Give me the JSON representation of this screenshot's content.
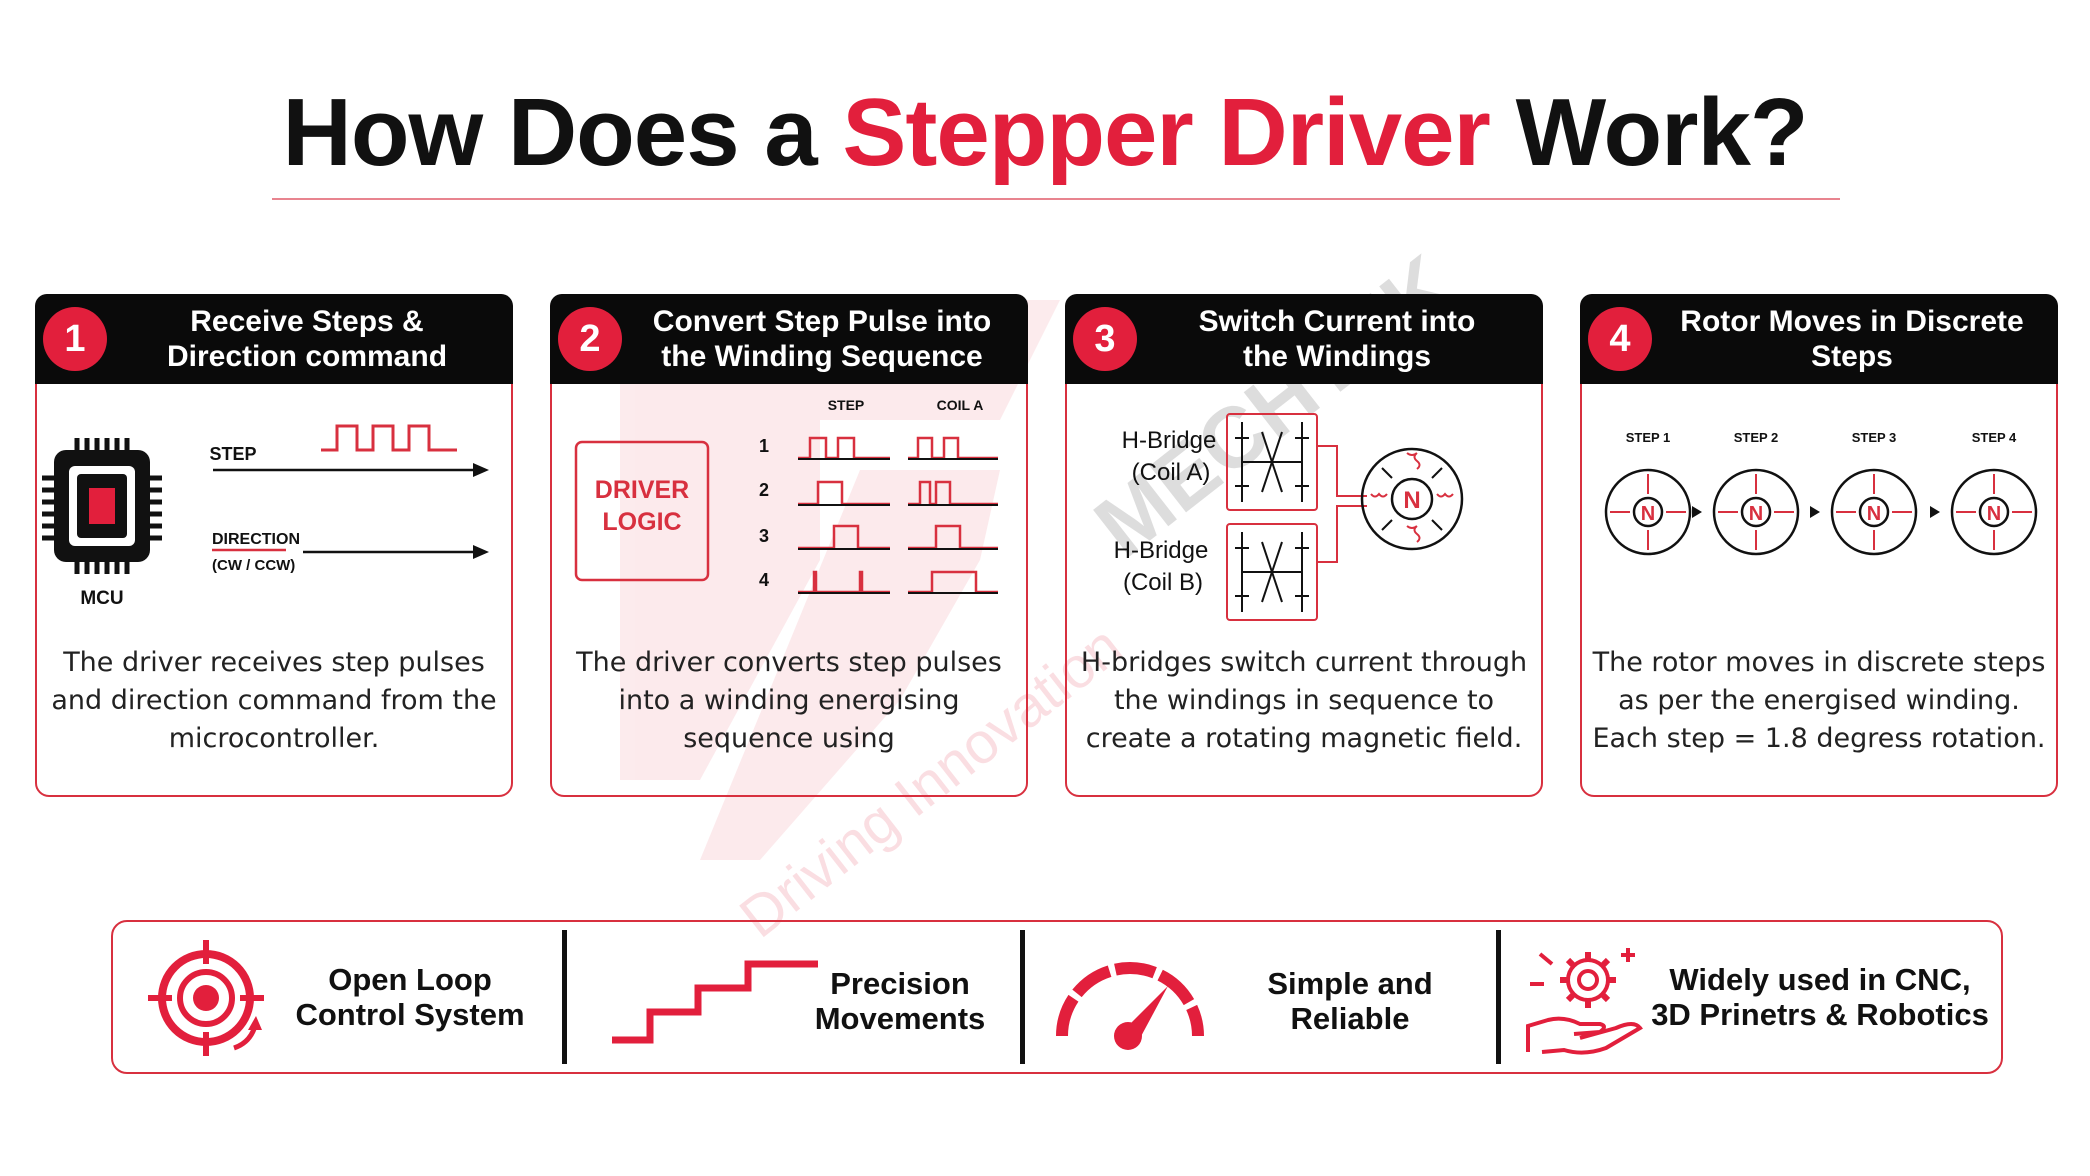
{
  "title": {
    "pre": "How Does a",
    "accent": "Stepper Driver",
    "post": "Work?"
  },
  "watermark": {
    "brand": "MECHTEK",
    "tagline": "Driving Innovation"
  },
  "colors": {
    "accent": "#e21f3c",
    "dark": "#0a0a0a",
    "border": "#d8303f"
  },
  "cards": [
    {
      "number": "1",
      "title": [
        "Receive Steps &",
        "Direction command"
      ],
      "labels": {
        "mcu": "MCU",
        "step": "STEP",
        "direction": "DIRECTION",
        "cwccw": "(CW / CCW)"
      },
      "description": [
        "The driver receives step pulses",
        "and direction command from the",
        "microcontroller."
      ]
    },
    {
      "number": "2",
      "title": [
        "Convert Step Pulse into",
        "the Winding Sequence"
      ],
      "labels": {
        "driver": "DRIVER",
        "logic": "LOGIC",
        "step": "STEP",
        "coil_a": "COIL A",
        "rows": [
          "1",
          "2",
          "3",
          "4"
        ]
      },
      "description": [
        "The driver converts step pulses",
        "into a winding energising",
        "sequence using"
      ]
    },
    {
      "number": "3",
      "title": [
        "Switch Current into",
        "the Windings"
      ],
      "labels": {
        "hbridge": "H-Bridge",
        "coil_a": "(Coil A)",
        "coil_b": "(Coil B)",
        "pole": "N"
      },
      "description": [
        "H-bridges switch current through",
        "the windings in sequence to",
        "create a rotating magnetic field."
      ]
    },
    {
      "number": "4",
      "title": [
        "Rotor Moves in Discrete",
        "Steps"
      ],
      "labels": {
        "steps": [
          "STEP 1",
          "STEP 2",
          "STEP 3",
          "STEP 4"
        ],
        "pole": "N"
      },
      "description": [
        "The rotor moves in discrete steps",
        "as per the energised winding.",
        "Each step = 1.8 degress rotation."
      ]
    }
  ],
  "features": [
    {
      "icon": "target-icon",
      "label": [
        "Open Loop",
        "Control System"
      ]
    },
    {
      "icon": "staircase-icon",
      "label": [
        "Precision",
        "Movements"
      ]
    },
    {
      "icon": "speedometer-icon",
      "label": [
        "Simple and",
        "Reliable"
      ]
    },
    {
      "icon": "gear-hand-icon",
      "label": [
        "Widely used in CNC,",
        "3D Prinetrs & Robotics"
      ]
    }
  ]
}
